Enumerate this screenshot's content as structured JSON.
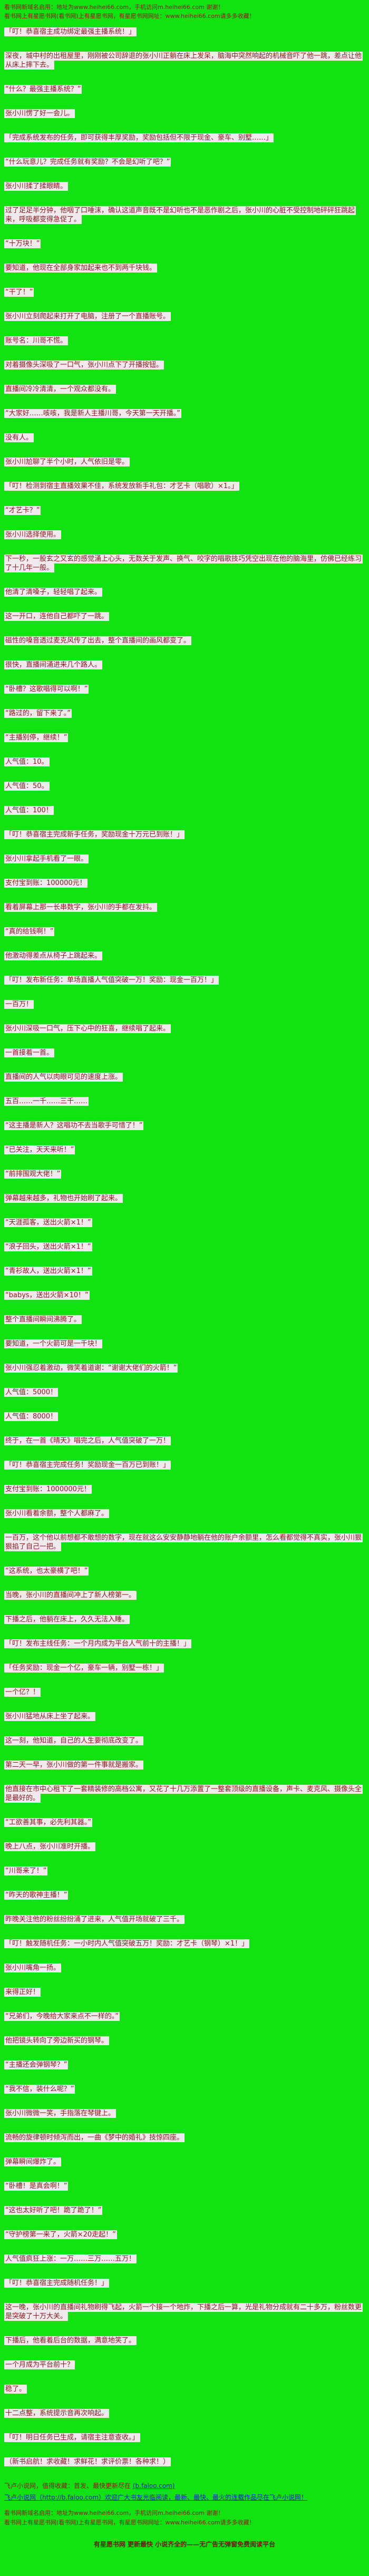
{
  "colors": {
    "background": "#12e112",
    "paragraph_strip": "#f0e9ee",
    "body_text": "#8b1a1a",
    "link": "#1818cf"
  },
  "header": {
    "line1": "看书网新域名启用：地址为www.heihei66.com，手机访问m.heihei66.com 谢谢！",
    "line2": "看书网上有星愿书网(看书网)上有星愿书网，有星愿书网网址：www.heihei66.com请多多收藏！"
  },
  "paragraphs": [
    "「叮！恭喜宿主成功绑定最强主播系统！」",
    "深夜，城中村的出租屋里，刚刚被公司辞退的张小川正躺在床上发呆，脑海中突然响起的机械音吓了他一跳，差点让他从床上摔下去。",
    "“什么？最强主播系统？”",
    "张小川愣了好一会儿。",
    "「完成系统发布的任务，即可获得丰厚奖励，奖励包括但不限于现金、豪车、别墅……」",
    "“什么玩意儿？完成任务就有奖励？不会是幻听了吧？”",
    "张小川揉了揉眼睛。",
    "过了足足半分钟，他咽了口唾沫，确认这道声音既不是幻听也不是恶作剧之后，张小川的心脏不受控制地砰砰狂跳起来，呼吸都变得急促了。",
    "“十万块！”",
    "要知道，他现在全部身家加起来也不到两千块钱。",
    "“干了！”",
    "张小川立刻爬起来打开了电脑，注册了一个直播账号。",
    "账号名：川哥不慌。",
    "对着摄像头深吸了一口气，张小川点下了开播按钮。",
    "直播间冷冷清清，一个观众都没有。",
    "“大家好……咳咳，我是新人主播川哥，今天第一天开播。”",
    "没有人。",
    "张小川尬聊了半个小时，人气依旧是零。",
    "「叮！检测到宿主直播效果不佳，系统发放新手礼包：才艺卡（唱歌）×1。」",
    "“才艺卡？”",
    "张小川选择使用。",
    "下一秒，一股玄之又玄的感觉涌上心头，无数关于发声、换气、咬字的唱歌技巧凭空出现在他的脑海里，仿佛已经练习了十几年一般。",
    "他清了清嗓子，轻轻唱了起来。",
    "这一开口，连他自己都吓了一跳。",
    "磁性的嗓音透过麦克风传了出去，整个直播间的画风都变了。",
    "很快，直播间涌进来几个路人。",
    "“卧槽？这歌唱得可以啊！”",
    "“路过的，留下来了。”",
    "“主播别停，继续！”",
    "人气值：10。",
    "人气值：50。",
    "人气值：100！",
    "「叮！恭喜宿主完成新手任务，奖励现金十万元已到账！」",
    "张小川拿起手机看了一眼。",
    "支付宝到账：100000元！",
    "看着屏幕上那一长串数字，张小川的手都在发抖。",
    "“真的给钱啊！”",
    "他激动得差点从椅子上跳起来。",
    "「叮！发布新任务：单场直播人气值突破一万！奖励：现金一百万！」",
    "一百万！",
    "张小川深吸一口气，压下心中的狂喜，继续唱了起来。",
    "一首接着一首。",
    "直播间的人气以肉眼可见的速度上涨。",
    "五百……一千……三千……",
    "“这主播是新人？这唱功不去当歌手可惜了！”",
    "“已关注，天天来听！”",
    "“前排围观大佬！”",
    "弹幕越来越多，礼物也开始刷了起来。",
    "“天涯孤客，送出火箭×1！”",
    "“浪子回头，送出火箭×1！”",
    "“青衫故人，送出火箭×1！”",
    "“babys，送出火箭×10！”",
    "整个直播间瞬间沸腾了。",
    "要知道，一个火箭可是一千块！",
    "张小川强忍着激动，微笑着道谢：“谢谢大佬们的火箭！”",
    "人气值：5000！",
    "人气值：8000！",
    "终于，在一首《晴天》唱完之后，人气值突破了一万！",
    "「叮！恭喜宿主完成任务！奖励现金一百万已到账！」",
    "支付宝到账：1000000元！",
    "张小川看着余额，整个人都麻了。",
    "一百万，这个他以前想都不敢想的数字，现在就这么安安静静地躺在他的账户余额里，怎么看都觉得不真实，张小川狠狠掐了自己一把。",
    "“这系统，也太豪横了吧！”",
    "当晚，张小川的直播间冲上了新人榜第一。",
    "下播之后，他躺在床上，久久无法入睡。",
    "「叮！发布主线任务：一个月内成为平台人气前十的主播！」",
    "「任务奖励：现金一个亿，豪车一辆，别墅一栋！」",
    "一个亿？！",
    "张小川猛地从床上坐了起来。",
    "这一刻，他知道，自己的人生要彻底改变了。",
    "第二天一早，张小川做的第一件事就是搬家。",
    "他直接在市中心租下了一套精装修的高档公寓，又花了十几万添置了一整套顶级的直播设备，声卡、麦克风、摄像头全是最好的。",
    "“工欲善其事，必先利其器。”",
    "晚上八点，张小川准时开播。",
    "“川哥来了！”",
    "“昨天的歌神主播！”",
    "昨晚关注他的粉丝纷纷涌了进来，人气值开场就破了三千。",
    "「叮！触发随机任务：一小时内人气值突破五万！奖励：才艺卡（钢琴）×1！」",
    "张小川嘴角一扬。",
    "来得正好！",
    "“兄弟们，今晚给大家来点不一样的。”",
    "他把镜头转向了旁边新买的钢琴。",
    "“主播还会弹钢琴？”",
    "“我不信，装什么呢？”",
    "张小川微微一笑，手指落在琴键上。",
    "流畅的旋律顿时倾泻而出，一曲《梦中的婚礼》技惊四座。",
    "弹幕瞬间爆炸了。",
    "“卧槽！是真会啊！”",
    "“这也太好听了吧！跪了跪了！”",
    "“守护榜第一来了，火箭×20走起！”",
    "人气值疯狂上涨：一万……三万……五万！",
    "「叮！恭喜宿主完成随机任务！」",
    "这一晚，张小川的直播间礼物刷得飞起，火箭一个接一个地炸，下播之后一算，光是礼物分成就有二十多万，粉丝数更是突破了十万大关。",
    "下播后，他看着后台的数据，满意地笑了。",
    "一个月成为平台前十？",
    "稳了。",
    "十二点整，系统提示音再次响起。",
    "「叮！明日任务已生成，请宿主注意查收。」",
    "（新书启航！求收藏！求鲜花！求评价票！各种求！）"
  ],
  "footer": {
    "note": "飞卢小说网，值得收藏：首发、最快更新尽在 ",
    "note_link": "(b.faloo.com)",
    "link_line": "飞卢小说网（http://b.faloo.com）欢迎广大书友光临阅读，最新、最快、最火的连载作品尽在飞卢小说网！",
    "line1": "看书网新域名启用：地址为www.heihei66.com，手机访问m.heihei66.com 谢谢！",
    "line2": "看书网上有星愿书网(看书网)上有星愿书网，有星愿书网网址：www.heihei66.com请多多收藏！",
    "slogan": "有星愿书网 更新最快 小说齐全的——无广告无弹窗免费阅读平台"
  }
}
